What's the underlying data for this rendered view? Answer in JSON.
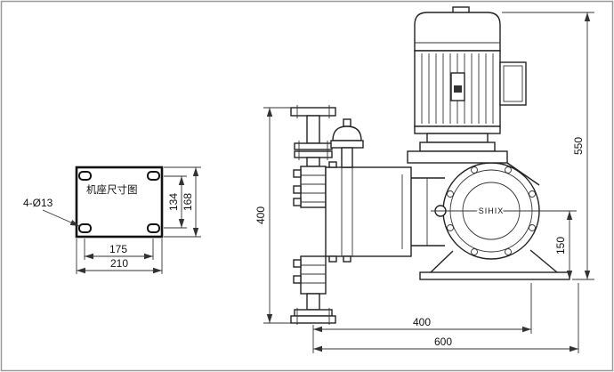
{
  "colors": {
    "ink": "#1a1a1a",
    "background": "#ffffff"
  },
  "base_plate": {
    "title": "机座尺寸图",
    "holes_label": "4-Ø13",
    "dims": {
      "hole_spacing_v": "134",
      "height": "168",
      "hole_spacing_h": "175",
      "width": "210"
    }
  },
  "pump_view": {
    "brand": "SIHIX",
    "dims": {
      "total_height": "550",
      "column_height": "400",
      "shaft_center_height": "150",
      "length_to_center": "400",
      "total_length": "600"
    }
  }
}
